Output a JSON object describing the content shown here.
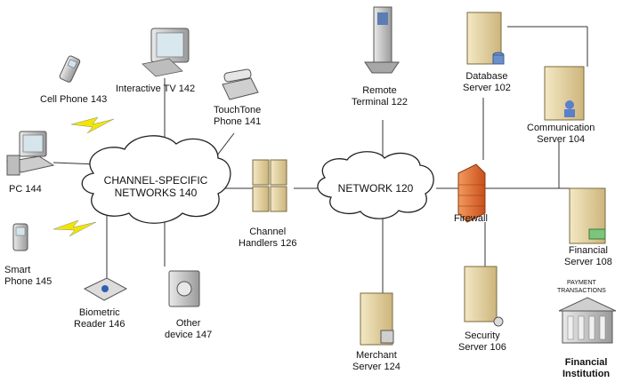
{
  "networks": {
    "channel": {
      "line1": "CHANNEL-SPECIFIC",
      "line2": "NETWORKS 140"
    },
    "network": {
      "label": "NETWORK 120"
    }
  },
  "devices": {
    "cell_phone": "Cell Phone 143",
    "interactive_tv": "Interactive TV 142",
    "touchtone": {
      "line1": "TouchTone",
      "line2": "Phone 141"
    },
    "pc": "PC 144",
    "smart_phone": {
      "line1": "Smart",
      "line2": "Phone 145"
    },
    "biometric": {
      "line1": "Biometric",
      "line2": "Reader 146"
    },
    "other_device": {
      "line1": "Other",
      "line2": "device 147"
    },
    "channel_handlers": {
      "line1": "Channel",
      "line2": "Handlers 126"
    },
    "remote_terminal": {
      "line1": "Remote",
      "line2": "Terminal 122"
    },
    "merchant_server": {
      "line1": "Merchant",
      "line2": "Server 124"
    },
    "security_server": {
      "line1": "Security",
      "line2": "Server 106"
    },
    "firewall": "Firewall",
    "database_server": {
      "line1": "Database",
      "line2": "Server 102"
    },
    "communication_server": {
      "line1": "Communication",
      "line2": "Server 104"
    },
    "financial_server": {
      "line1": "Financial",
      "line2": "Server 108"
    },
    "payment_transactions": {
      "line1": "PAYMENT",
      "line2": "TRANSACTIONS"
    },
    "financial_institution": {
      "line1": "Financial",
      "line2": "Institution"
    }
  },
  "colors": {
    "server_body": "#e8d9a8",
    "server_dark": "#b9a26a",
    "firewall": "#e8743b",
    "lightning": "#f2e600",
    "line": "#333333"
  }
}
